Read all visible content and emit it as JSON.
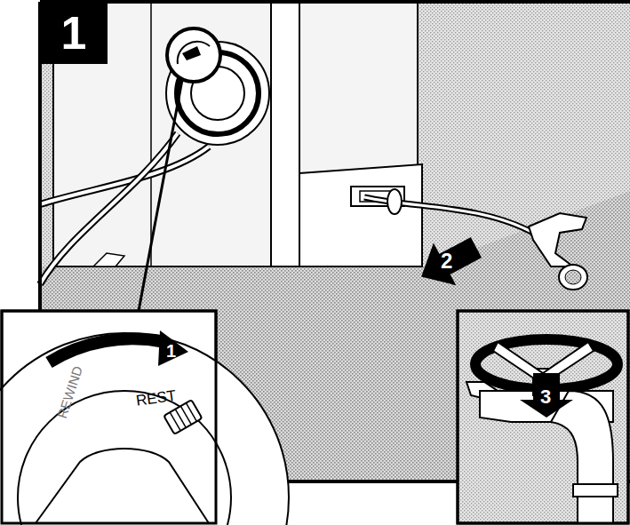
{
  "diagram": {
    "nodes": [
      {
        "text": [
          "1"
        ]
      }
    ],
    "labels": [
      "REWIND",
      "REST",
      "1",
      "2",
      "3"
    ]
  }
}
